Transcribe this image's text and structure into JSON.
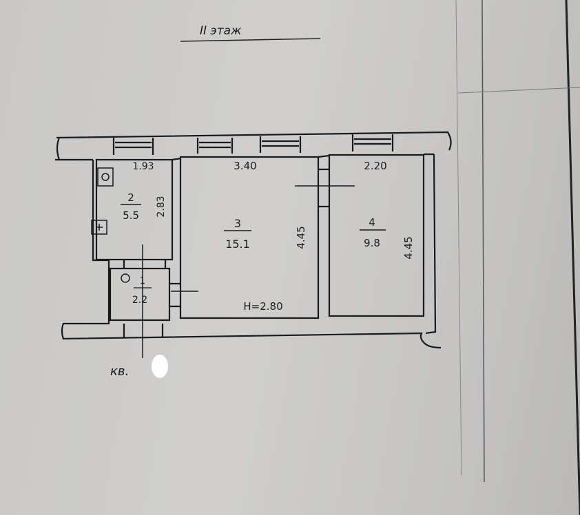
{
  "title": "II этаж",
  "rooms": [
    {
      "number": "1",
      "area": "2.2"
    },
    {
      "number": "2",
      "area": "5.5"
    },
    {
      "number": "3",
      "area": "15.1"
    },
    {
      "number": "4",
      "area": "9.8"
    }
  ],
  "dimensions": {
    "room2_width": "1.93",
    "room2_length": "2.83",
    "room3_width": "3.40",
    "room3_length": "4.45",
    "room4_width": "2.20",
    "room4_length": "4.45",
    "ceiling_height": "H=2.80"
  },
  "apartment_label": "кв."
}
